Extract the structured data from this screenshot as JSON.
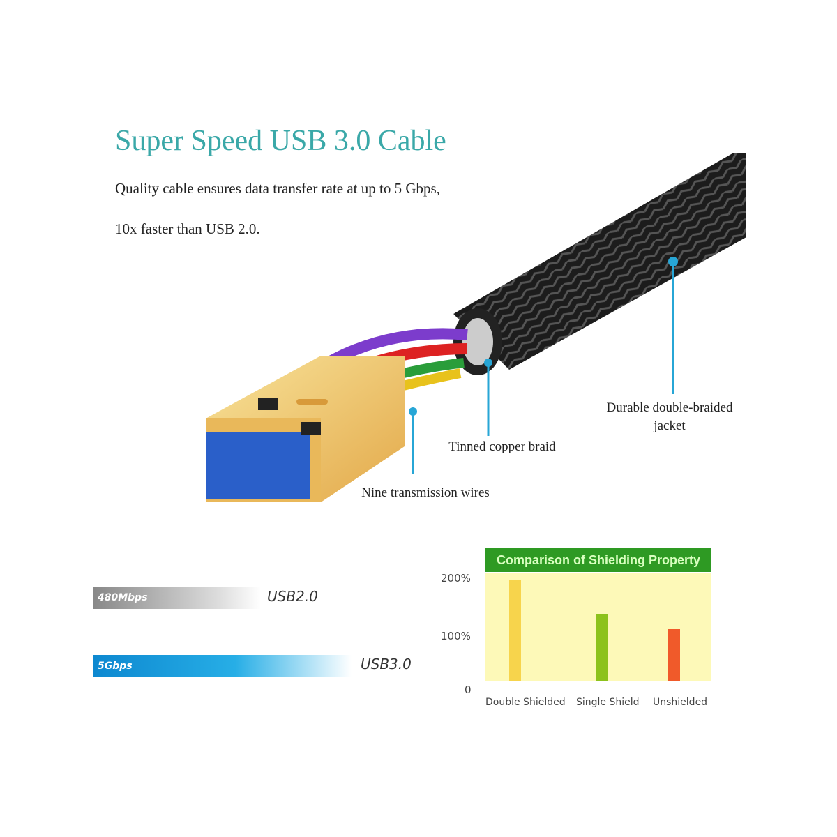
{
  "header": {
    "title": "Super Speed USB 3.0 Cable",
    "line1": "Quality cable ensures data transfer rate at up to 5 Gbps,",
    "line2": "10x faster than USB 2.0."
  },
  "callouts": {
    "jacket": "Durable double-braided\njacket",
    "braid": "Tinned copper braid",
    "wires": "Nine transmission wires"
  },
  "speed": {
    "usb2_value": "480Mbps",
    "usb2_label": "USB2.0",
    "usb3_value": "5Gbps",
    "usb3_label": "USB3.0"
  },
  "chart_data": {
    "type": "bar",
    "title": "Comparison of Shielding Property",
    "categories": [
      "Double Shielded",
      "Single Shield",
      "Unshielded"
    ],
    "values": [
      195,
      130,
      100
    ],
    "yticks": [
      "0",
      "100%",
      "200%"
    ],
    "ylim": [
      0,
      200
    ],
    "colors": [
      "#f7d44c",
      "#8cc21c",
      "#f05a2a"
    ]
  }
}
